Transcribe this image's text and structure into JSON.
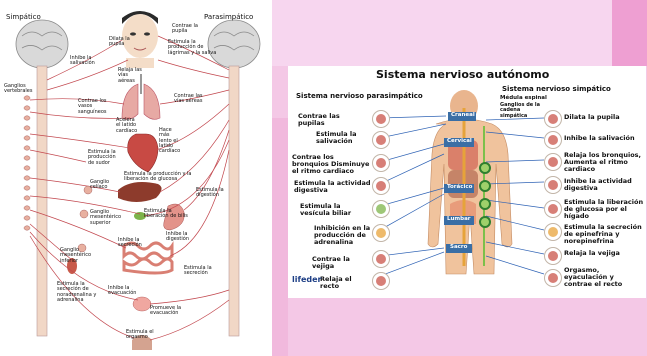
{
  "left": {
    "sympathetic_label": "Simpático",
    "parasympathetic_label": "Parasimpático",
    "labels": {
      "dilata_pupila": "Dilata la pupila",
      "contrae_pupila": "Contrae la pupila",
      "estimula_lagrimas": "Estimula la producción de lágrimas y la saliva",
      "inhibe_salivacion": "Inhibe la salivación",
      "relaja_vias": "Relaja las vías aéreas",
      "contrae_vias": "Contrae las vías aéreas",
      "contrae_vasos": "Contrae los vasos sanguíneos",
      "ganglios_vertebrales": "Ganglios vertebrales",
      "acelera_latido": "Acelera el latido cardíaco",
      "hace_lento": "Hace más lento el latido cardíaco",
      "estimula_sudor": "Estimula la producción de sudor",
      "ganglio_celiaco": "Ganglio celíaco",
      "estimula_glucosa": "Estimula la producción y la liberación de glucosa",
      "estimula_digestion": "Estimula la digestión",
      "ganglio_mesenterico_superior": "Ganglio mesentérico superior",
      "estimula_bilis": "Estimula la liberación de bilis",
      "inhibe_digestion": "Inhibe la digestión",
      "inhibe_secrecion": "Inhibe la secreción",
      "ganglio_mesenterico_inferior": "Ganglio mesentérico inferior",
      "estimula_secrecion": "Estimula la secreción",
      "estimula_noradrenalina": "Estimula la secreción de noradrenalina y adrenalina",
      "inhibe_evacuacion": "Inhibe la evacuación",
      "promueve_evacuacion": "Promueve la evacuación",
      "estimula_orgasmo": "Estimula el orgasmo"
    }
  },
  "right": {
    "title": "Sistema nervioso autónomo",
    "para_heading": "Sistema nervioso parasimpático",
    "symp_heading": "Sistema nervioso simpático",
    "para_items": [
      "Contrae las pupilas",
      "Estimula la salivación",
      "Contrae los bronquios Disminuye el ritmo cardiaco",
      "Estimula la actividad digestiva",
      "Estimula la vesícula biliar",
      "Inhibición en la producción de adrenalina",
      "Contrae la vejiga",
      "Relaja el recto"
    ],
    "symp_items": [
      "Dilata la pupila",
      "Inhibe la salivación",
      "Relaja los bronquios, Aumenta el ritmo cardiaco",
      "Inhibe la actividad digestiva",
      "Estimula la liberación de glucosa por el hígado",
      "Estimula la secreción de epinefrina y norepinefrina",
      "Relaja la vejiga",
      "Orgasmo, eyaculación y contrae el recto"
    ],
    "spine_top": "Médula espinal",
    "spine_ganglia": "Ganglios de la cadena simpática",
    "regions": [
      "Craneal",
      "Cervical",
      "Torácico",
      "Lumbar",
      "Sacro"
    ],
    "watermark": "lifeder"
  },
  "colors": {
    "background": "#f4c8e6",
    "nerve": "#c2474e",
    "arrow": "#2f63b5"
  }
}
